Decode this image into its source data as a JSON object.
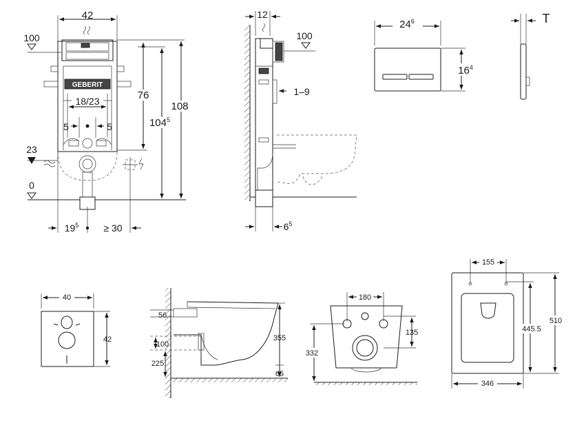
{
  "frame_front": {
    "width": "42",
    "level_top": "100",
    "level_mid": "23",
    "level_floor": "0",
    "height_76": "76",
    "height_104": "104",
    "height_104_sup": "5",
    "height_108": "108",
    "inlet_spacing": "18/23",
    "offset_left": "5",
    "offset_right": "5",
    "bottom_left": "19",
    "bottom_left_sup": "5",
    "bottom_right": "≥ 30",
    "logo_text": "GEBERIT"
  },
  "frame_side": {
    "depth": "12",
    "level_top": "100",
    "range": "1–9",
    "bottom": "6",
    "bottom_sup": "5"
  },
  "flush_plate": {
    "width": "24",
    "width_sup": "6",
    "height": "16",
    "height_sup": "4",
    "thickness": "T"
  },
  "pad": {
    "width": "40",
    "height": "42"
  },
  "bowl_side": {
    "inlet": "56",
    "outlet": "100",
    "height_355": "355",
    "height_225": "225",
    "clearance": "65"
  },
  "bowl_back": {
    "spacing": "180",
    "offset": "135",
    "height": "332"
  },
  "bowl_top": {
    "spacing": "155",
    "depth_445": "445.5",
    "depth_510": "510",
    "width": "346"
  }
}
